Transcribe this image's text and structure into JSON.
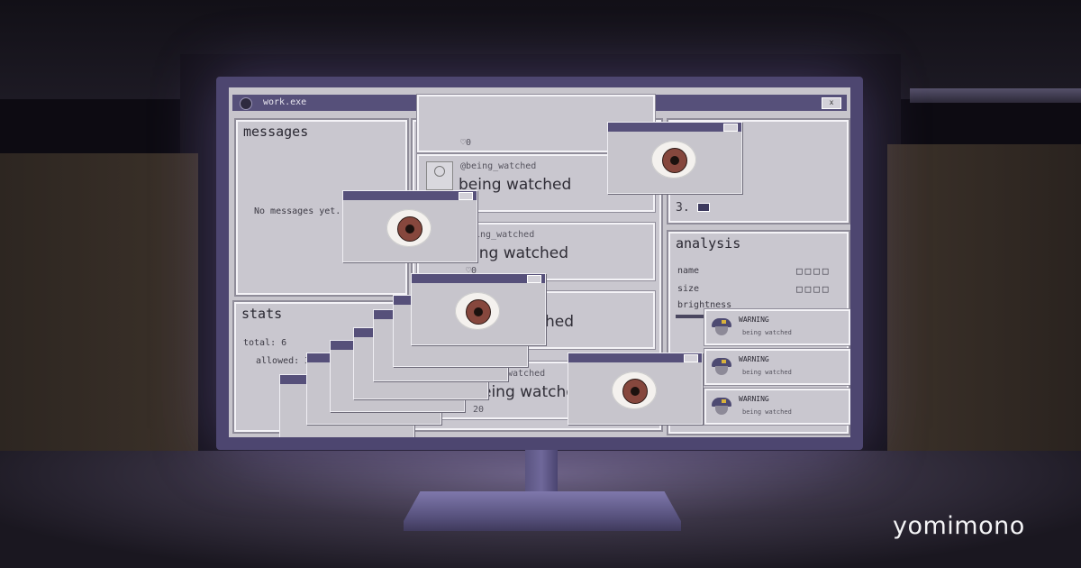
{
  "window": {
    "title": "work.exe",
    "close_label": "x"
  },
  "messages": {
    "title": "messages",
    "empty_text": "No messages yet."
  },
  "stats": {
    "title": "stats",
    "total": "total: 6",
    "allowed": "allowed: 3"
  },
  "feed": {
    "posts": [
      {
        "likes": "♡0"
      },
      {
        "handle": "@being_watched",
        "text": "being watched"
      },
      {
        "handle": "ing_watched",
        "text": "ing watched",
        "likes": "♡0"
      },
      {
        "text": "hed"
      },
      {
        "handle": "watched",
        "text": "eing watched",
        "likes": "20"
      }
    ]
  },
  "ranking": {
    "item3": "3.",
    "partial": "3"
  },
  "analysis": {
    "title": "analysis",
    "rows": [
      "name",
      "size",
      "brightness"
    ],
    "placeholder": "□□□□"
  },
  "warnings": [
    {
      "title": "WARNING",
      "body": "being watched"
    },
    {
      "title": "WARNING",
      "body": "being watched"
    },
    {
      "title": "WARNING",
      "body": "being watched"
    }
  ],
  "brand": {
    "logo": "yomimono"
  },
  "colors": {
    "titlebar": "#56507a",
    "panel": "#c9c7cf",
    "iris": "#86473d",
    "bezel": "#4d4670"
  }
}
